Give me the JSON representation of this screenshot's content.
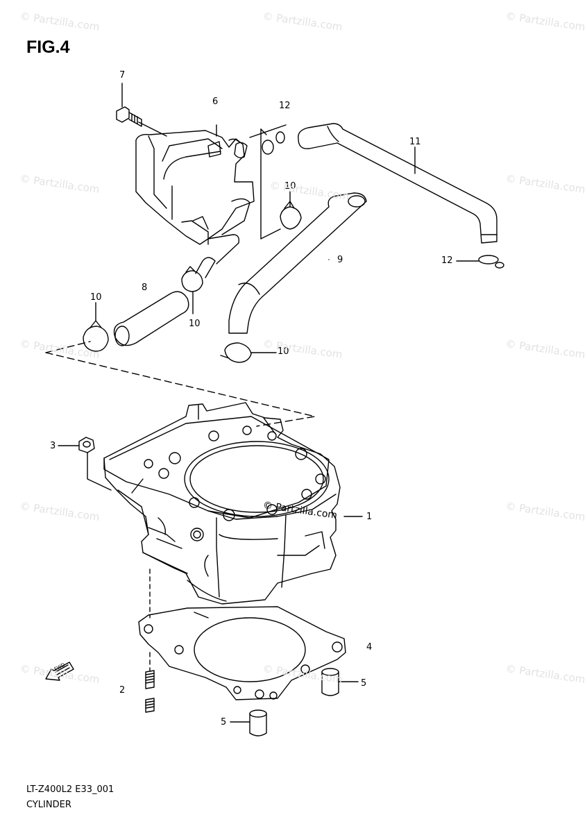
{
  "figure": {
    "title": "FIG.4",
    "drawing_code": "LT-Z400L2 E33_001",
    "drawing_name": "CYLINDER"
  },
  "watermark": {
    "text": "© Partzilla.com",
    "center_text": "© Partzilla.com"
  },
  "callouts": {
    "c1": "1",
    "c2": "2",
    "c3": "3",
    "c4": "4",
    "c5a": "5",
    "c5b": "5",
    "c6": "6",
    "c7": "7",
    "c8": "8",
    "c9": "9",
    "c10a": "10",
    "c10b": "10",
    "c10c": "10",
    "c10d": "10",
    "c11": "11",
    "c12a": "12",
    "c12b": "12"
  },
  "front_arrow_label": "FWD"
}
